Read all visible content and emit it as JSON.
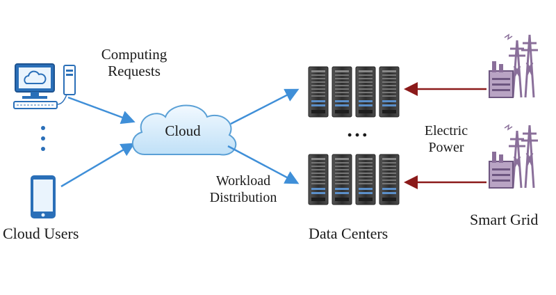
{
  "labels": {
    "computing_requests_line1": "Computing",
    "computing_requests_line2": "Requests",
    "cloud": "Cloud",
    "cloud_users": "Cloud Users",
    "workload_line1": "Workload",
    "workload_line2": "Distribution",
    "data_centers": "Data Centers",
    "electric_line1": "Electric",
    "electric_line2": "Power",
    "smart_grid": "Smart Grid",
    "ellipsis_between_dc": "• • •"
  },
  "icons": {
    "desktop": "desktop-computer-icon",
    "tablet": "tablet-icon",
    "cloud": "cloud-icon",
    "server_rack": "server-rack-icon",
    "power_station": "power-station-icon"
  },
  "colors": {
    "request_arrow": "#3f8fd8",
    "power_arrow": "#8b1a1a",
    "cloud_fill": "#d6ecfb",
    "cloud_stroke": "#5aa0d6",
    "server_body": "#3a3a3a",
    "grid_purple": "#8a6f9a",
    "user_blue": "#2a6fb8"
  }
}
